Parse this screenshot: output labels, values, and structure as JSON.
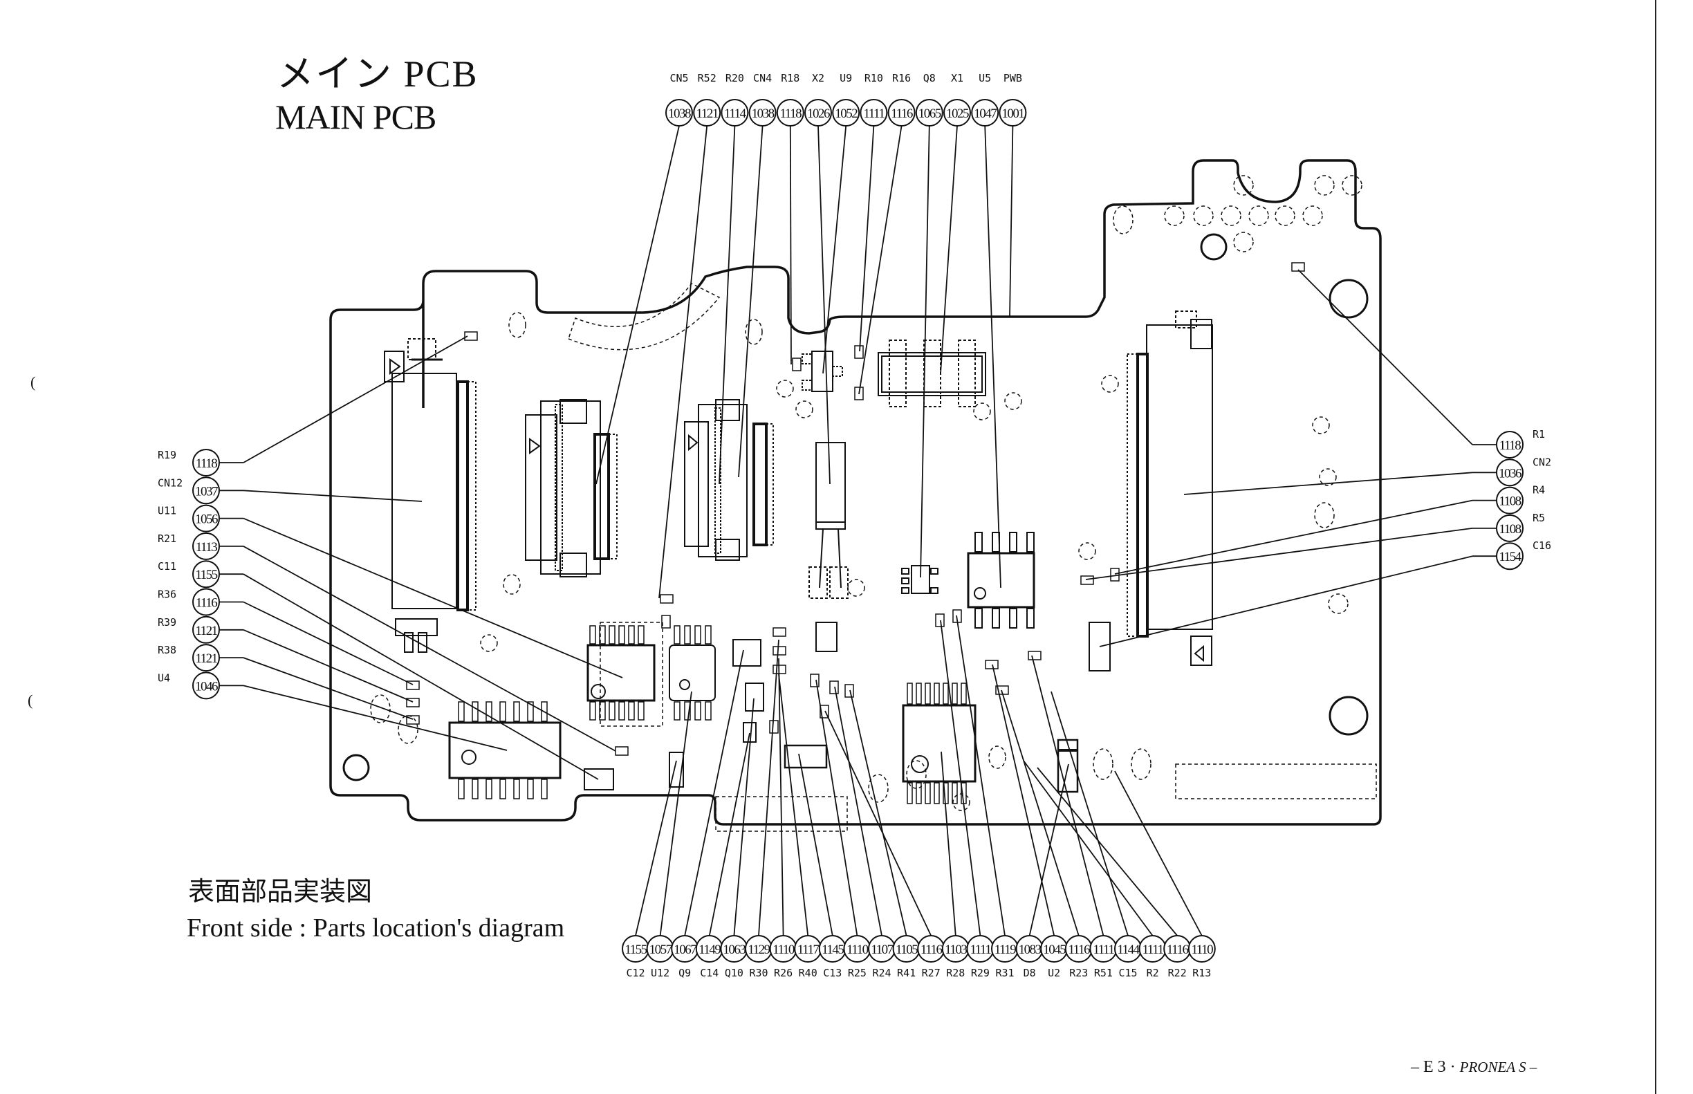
{
  "header": {
    "title_jp": "メイン PCB",
    "title_en": "MAIN PCB"
  },
  "caption": {
    "jp": "表面部品実装図",
    "en": "Front side : Parts location's diagram"
  },
  "footer": {
    "page": "– E 3 ·",
    "model": "PRONEA S –"
  },
  "margin_marks": [
    "(",
    "("
  ],
  "callouts": {
    "top": [
      {
        "ref": "CN5",
        "part": "1038"
      },
      {
        "ref": "R52",
        "part": "1121"
      },
      {
        "ref": "R20",
        "part": "1114"
      },
      {
        "ref": "CN4",
        "part": "1038"
      },
      {
        "ref": "R18",
        "part": "1118"
      },
      {
        "ref": "X2",
        "part": "1026"
      },
      {
        "ref": "U9",
        "part": "1052"
      },
      {
        "ref": "R10",
        "part": "1111"
      },
      {
        "ref": "R16",
        "part": "1116"
      },
      {
        "ref": "Q8",
        "part": "1065"
      },
      {
        "ref": "X1",
        "part": "1025"
      },
      {
        "ref": "U5",
        "part": "1047"
      },
      {
        "ref": "PWB",
        "part": "1001"
      }
    ],
    "left": [
      {
        "ref": "R19",
        "part": "1118"
      },
      {
        "ref": "CN12",
        "part": "1037"
      },
      {
        "ref": "U11",
        "part": "1056"
      },
      {
        "ref": "R21",
        "part": "1113"
      },
      {
        "ref": "C11",
        "part": "1155"
      },
      {
        "ref": "R36",
        "part": "1116"
      },
      {
        "ref": "R39",
        "part": "1121"
      },
      {
        "ref": "R38",
        "part": "1121"
      },
      {
        "ref": "U4",
        "part": "1046"
      }
    ],
    "right": [
      {
        "ref": "R1",
        "part": "1118"
      },
      {
        "ref": "CN2",
        "part": "1036"
      },
      {
        "ref": "R4",
        "part": "1108"
      },
      {
        "ref": "R5",
        "part": "1108"
      },
      {
        "ref": "C16",
        "part": "1154"
      }
    ],
    "bottom": [
      {
        "ref": "C12",
        "part": "1155"
      },
      {
        "ref": "U12",
        "part": "1057"
      },
      {
        "ref": "Q9",
        "part": "1067"
      },
      {
        "ref": "C14",
        "part": "1149"
      },
      {
        "ref": "Q10",
        "part": "1063"
      },
      {
        "ref": "R30",
        "part": "1129"
      },
      {
        "ref": "R26",
        "part": "1110"
      },
      {
        "ref": "R40",
        "part": "1117"
      },
      {
        "ref": "C13",
        "part": "1145"
      },
      {
        "ref": "R25",
        "part": "1110"
      },
      {
        "ref": "R24",
        "part": "1107"
      },
      {
        "ref": "R41",
        "part": "1105"
      },
      {
        "ref": "R27",
        "part": "1116"
      },
      {
        "ref": "R28",
        "part": "1103"
      },
      {
        "ref": "R29",
        "part": "1111"
      },
      {
        "ref": "R31",
        "part": "1119"
      },
      {
        "ref": "D8",
        "part": "1083"
      },
      {
        "ref": "U2",
        "part": "1045"
      },
      {
        "ref": "R23",
        "part": "1116"
      },
      {
        "ref": "R51",
        "part": "1111"
      },
      {
        "ref": "C15",
        "part": "1144"
      },
      {
        "ref": "R2",
        "part": "1111"
      },
      {
        "ref": "R22",
        "part": "1116"
      },
      {
        "ref": "R13",
        "part": "1110"
      }
    ]
  }
}
